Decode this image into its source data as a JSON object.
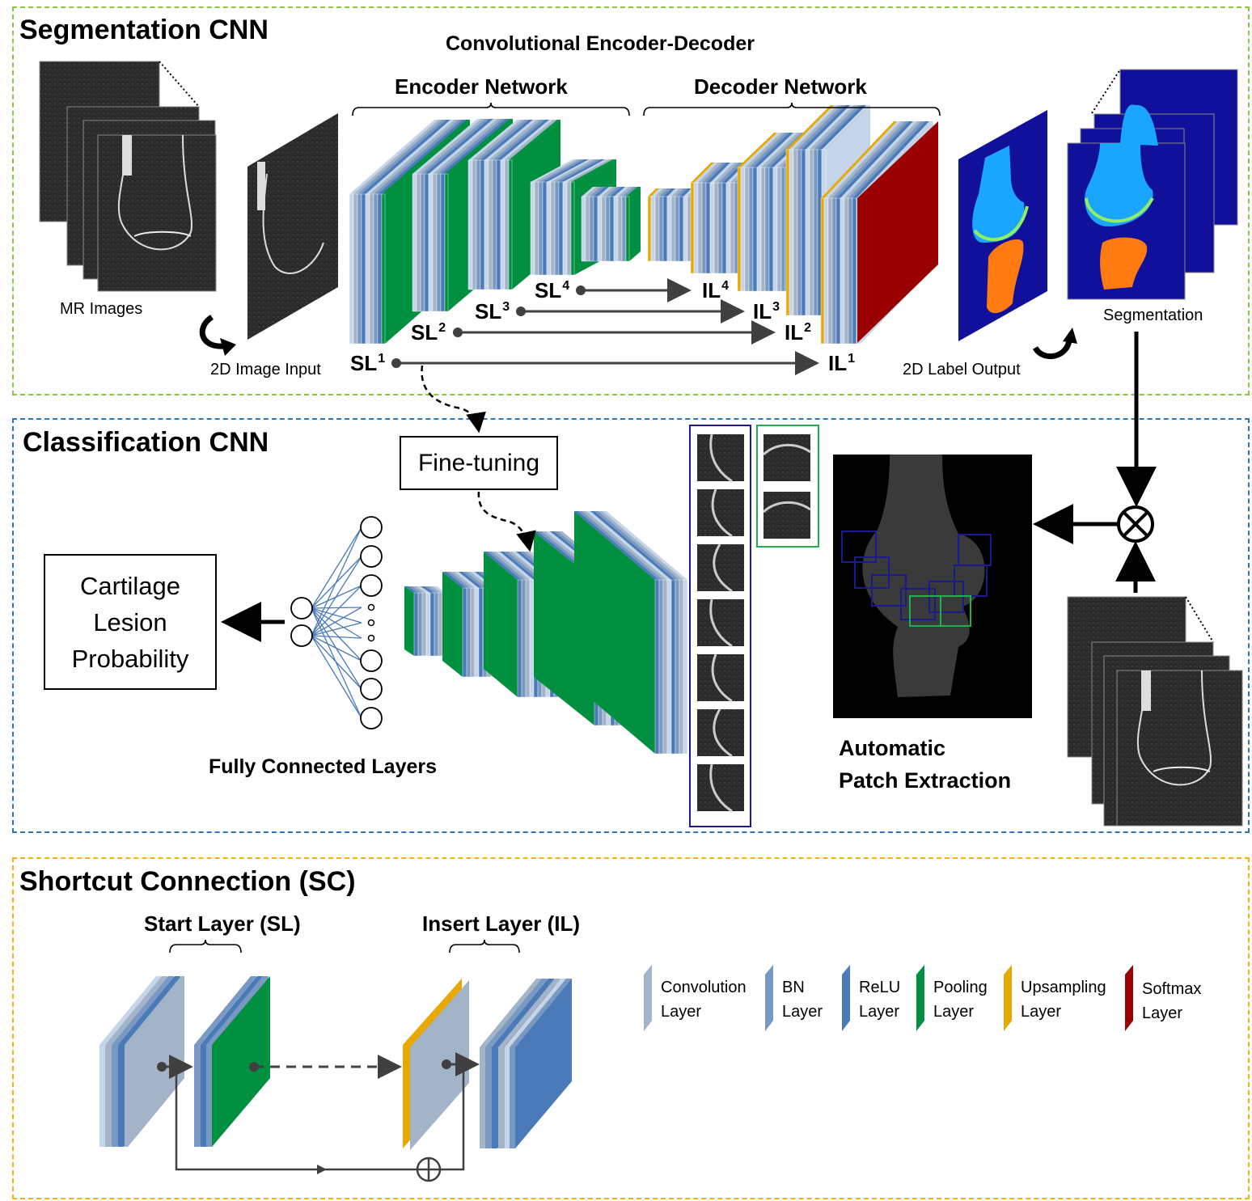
{
  "sections": {
    "segmentation": {
      "title": "Segmentation CNN",
      "encoder_decoder_title": "Convolutional Encoder-Decoder",
      "encoder_label": "Encoder Network",
      "decoder_label": "Decoder Network",
      "mr_images_label": "MR Images",
      "image_input_label": "2D Image Input",
      "label_output_label": "2D Label Output",
      "segmentation_label": "Segmentation",
      "start_layers": [
        {
          "name": "SL",
          "index": "1"
        },
        {
          "name": "SL",
          "index": "2"
        },
        {
          "name": "SL",
          "index": "3"
        },
        {
          "name": "SL",
          "index": "4"
        }
      ],
      "insert_layers": [
        {
          "name": "IL",
          "index": "1"
        },
        {
          "name": "IL",
          "index": "2"
        },
        {
          "name": "IL",
          "index": "3"
        },
        {
          "name": "IL",
          "index": "4"
        }
      ]
    },
    "classification": {
      "title": "Classification CNN",
      "fine_tuning_label": "Fine-tuning",
      "output_box_lines": [
        "Cartilage",
        "Lesion",
        "Probability"
      ],
      "fc_label": "Fully Connected Layers",
      "patch_extraction_lines": [
        "Automatic",
        "Patch Extraction"
      ],
      "operator_symbol": "⊗"
    },
    "shortcut": {
      "title": "Shortcut Connection (SC)",
      "start_layer_label": "Start Layer (SL)",
      "insert_layer_label": "Insert Layer (IL)",
      "add_symbol": "⊕"
    }
  },
  "legend": [
    {
      "line1": "Convolution",
      "line2": "Layer",
      "color": "#a3b3c8"
    },
    {
      "line1": "BN",
      "line2": "Layer",
      "color": "#7a99c2"
    },
    {
      "line1": "ReLU",
      "line2": "Layer",
      "color": "#4a7ab8"
    },
    {
      "line1": "Pooling",
      "line2": "Layer",
      "color": "#009040"
    },
    {
      "line1": "Upsampling",
      "line2": "Layer",
      "color": "#e8a800"
    },
    {
      "line1": "Softmax",
      "line2": "Layer",
      "color": "#9a0000"
    }
  ],
  "colors": {
    "seg_border": "#8cc63f",
    "cls_border": "#2e75b6",
    "sc_border": "#f2b400",
    "conv": "#a3b3c8",
    "bn": "#7a99c2",
    "relu": "#4a7ab8",
    "light": "#c5d5ea",
    "pool": "#009040",
    "upsample": "#e8a800",
    "softmax": "#9a0000",
    "label_bg": "#10109a",
    "femur": "#1aa6ff",
    "tibia": "#ff7a10",
    "cartilage": "#90ee60",
    "patch_blue": "#1a1a8c",
    "patch_green": "#20b050"
  }
}
